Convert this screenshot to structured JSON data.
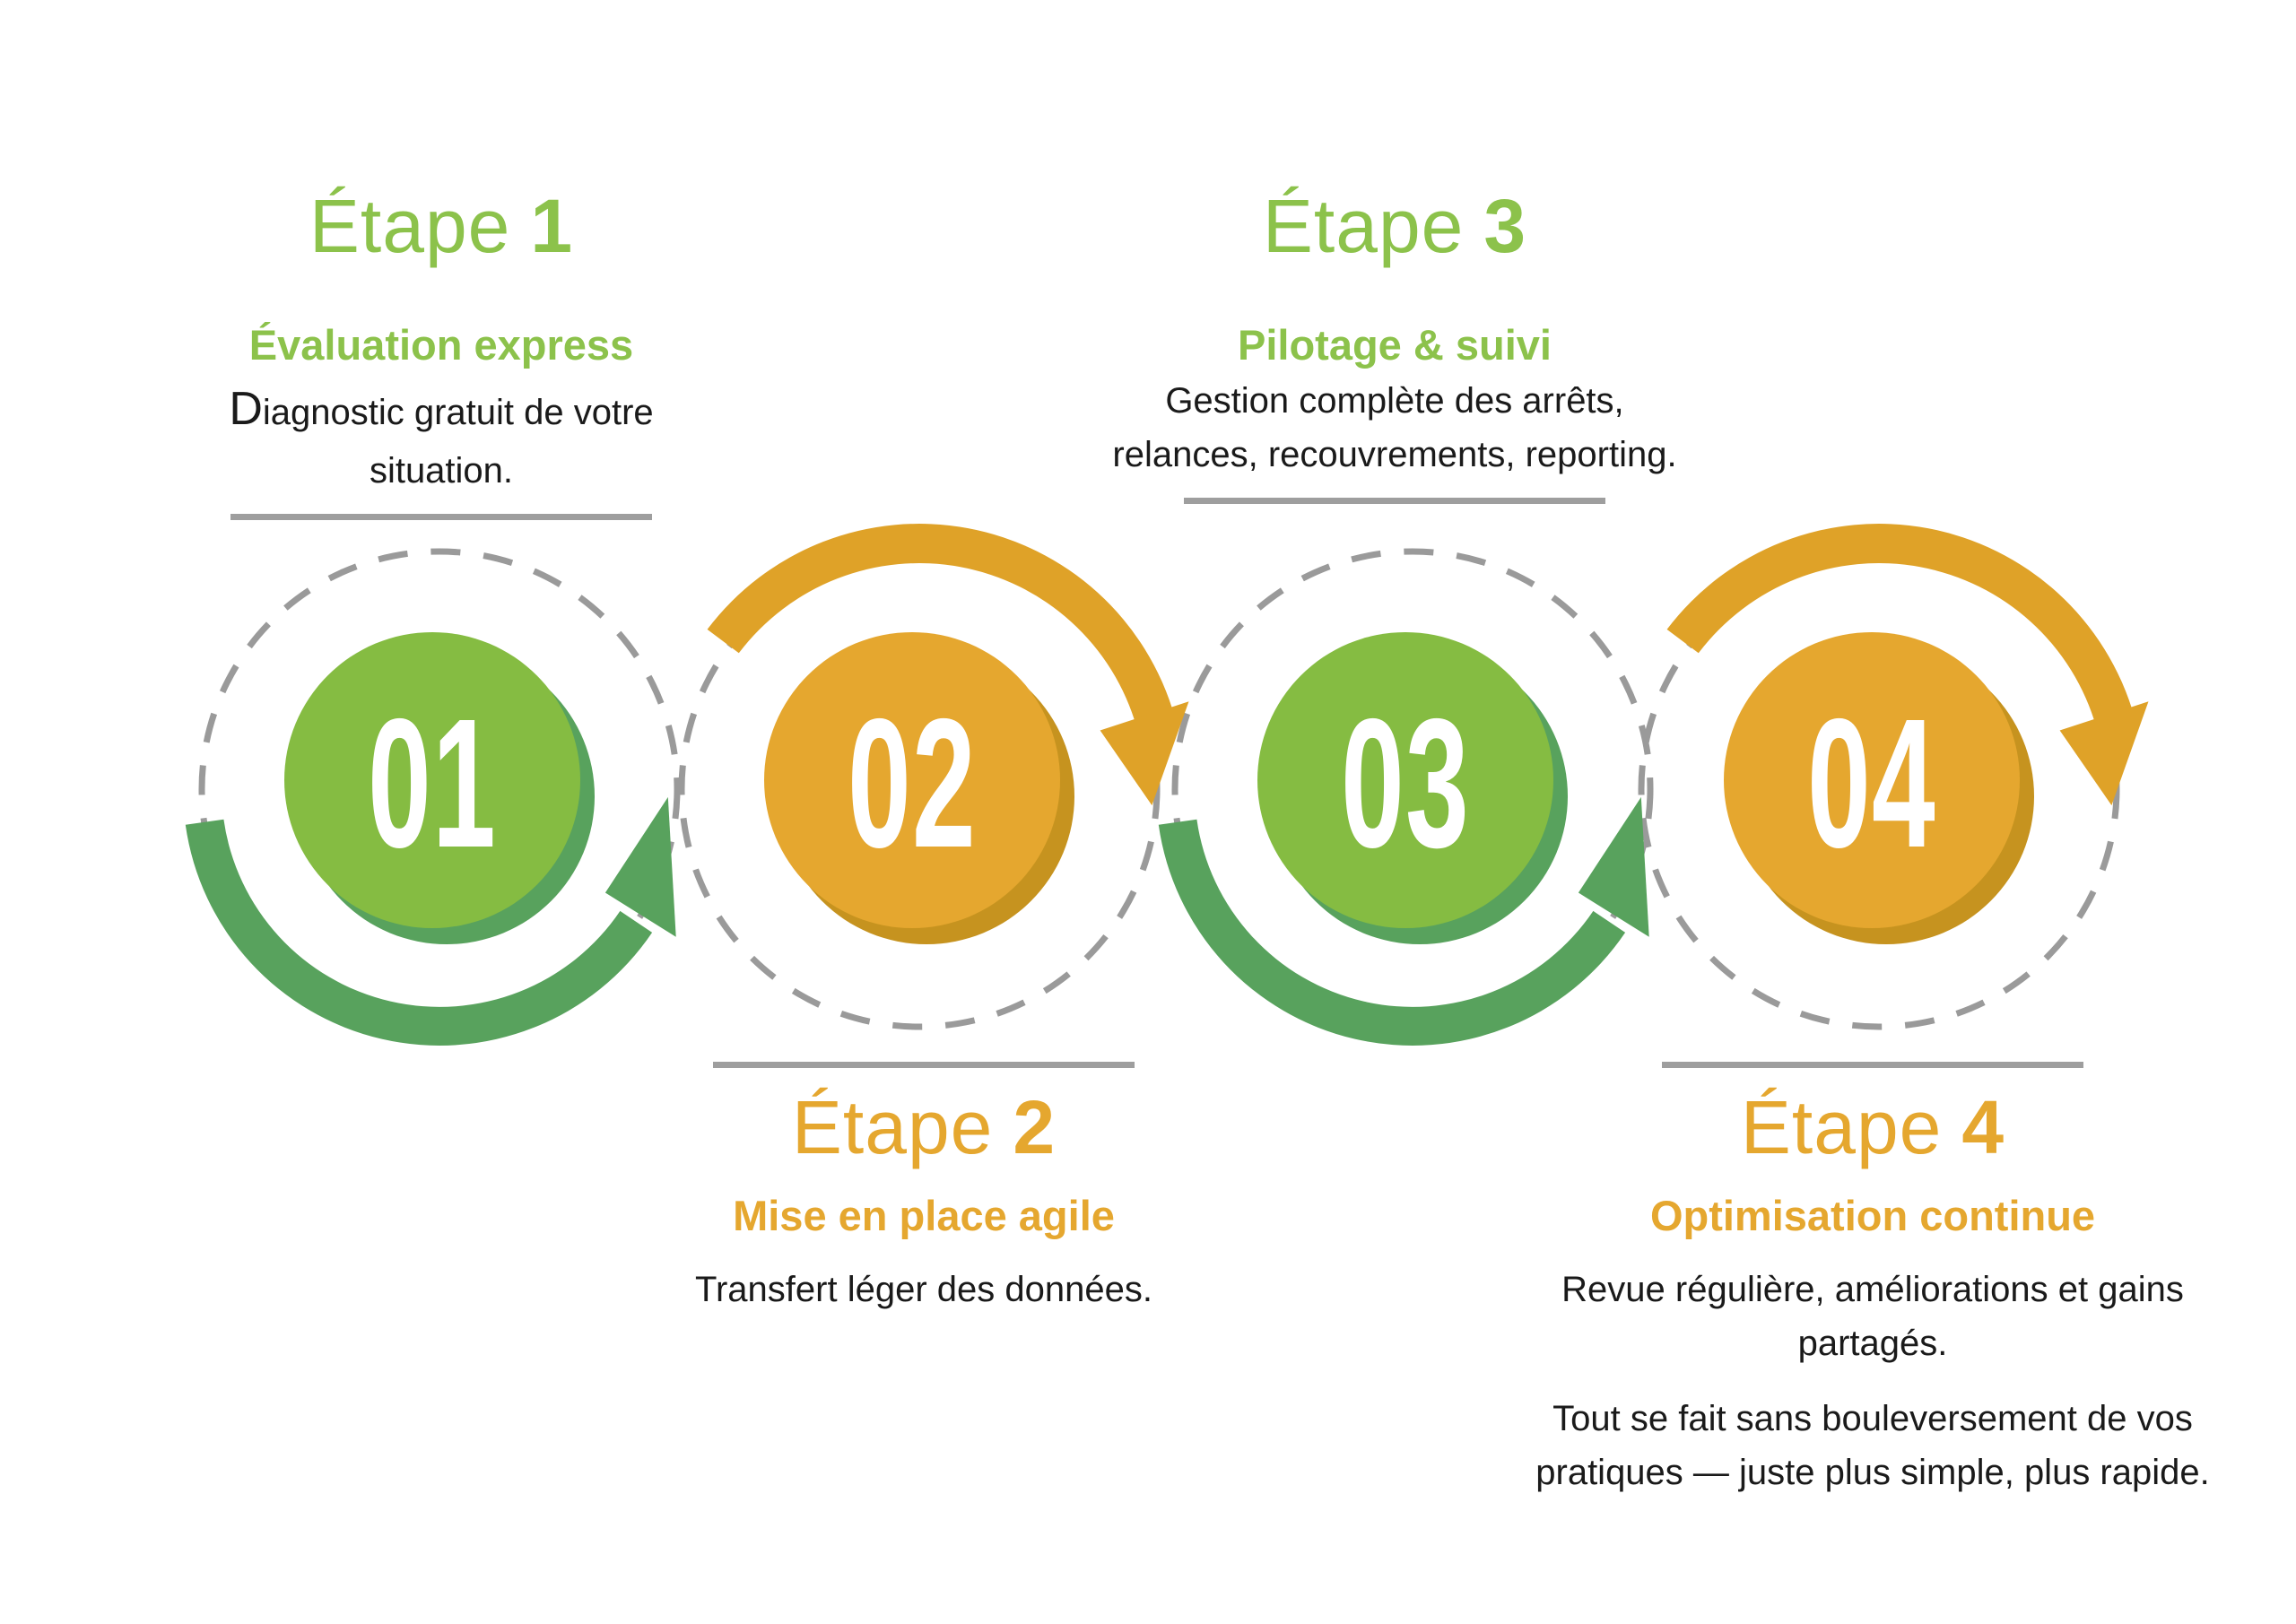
{
  "colors": {
    "green": "#8CC24B",
    "green_circle": "#85BC42",
    "green_dark": "#58A25D",
    "orange": "#E5A72F",
    "orange_band": "#DFA228",
    "orange_shadow": "#C6931F",
    "gray_dashed": "#9A9A9A",
    "gray_line": "#9E9E9E",
    "text_dark": "#1A1A1A",
    "background": "#FFFFFF"
  },
  "steps": [
    {
      "badge": "01",
      "label": "Étape",
      "number": "1",
      "subtitle": "Évaluation express",
      "description_lead": "D",
      "description": "iagnostic gratuit de votre situation.",
      "accent": "green"
    },
    {
      "badge": "02",
      "label": "Étape",
      "number": "2",
      "subtitle": "Mise en place agile",
      "description": "Transfert léger des données.",
      "accent": "orange"
    },
    {
      "badge": "03",
      "label": "Étape",
      "number": "3",
      "subtitle": "Pilotage & suivi",
      "description": "Gestion complète des arrêts, relances, recouvrements, reporting.",
      "accent": "green"
    },
    {
      "badge": "04",
      "label": "Étape",
      "number": "4",
      "subtitle": "Optimisation continue",
      "description": "Revue régulière, améliorations et gains partagés.",
      "description_line2": "Tout se fait sans bouleversement de vos pratiques — juste plus simple, plus rapide.",
      "accent": "orange"
    }
  ]
}
